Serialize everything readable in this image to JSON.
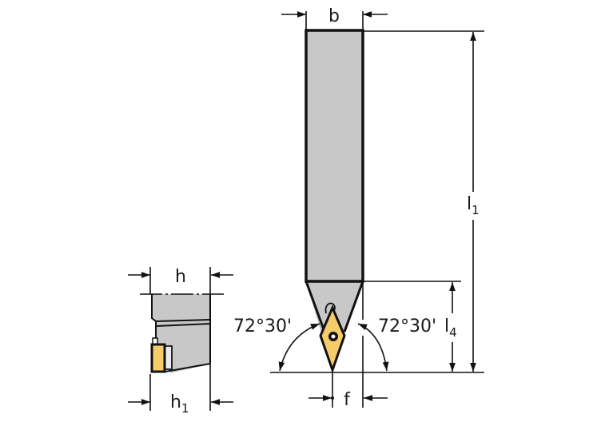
{
  "diagram": {
    "type": "technical-drawing",
    "subject": "turning tool holder with rhombic insert",
    "colors": {
      "body_fill": "#c8c8c8",
      "insert_fill": "#f6cc6a",
      "line": "#111111",
      "background": "#ffffff"
    },
    "dimensions": {
      "b": {
        "label": "b"
      },
      "h": {
        "label": "h"
      },
      "h1": {
        "label": "h",
        "subscript": "1"
      },
      "l1": {
        "label": "l",
        "subscript": "1"
      },
      "l4": {
        "label": "l",
        "subscript": "4"
      },
      "f": {
        "label": "f"
      }
    },
    "angles": {
      "left": "72°30'",
      "right": "72°30'"
    }
  }
}
